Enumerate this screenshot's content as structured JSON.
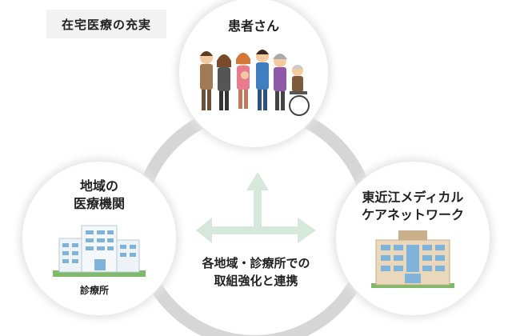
{
  "title": "在宅医療の充実",
  "nodes": {
    "patients": {
      "label": "患者さん"
    },
    "regional": {
      "label_line1": "地域の",
      "label_line2": "医療機関",
      "sublabel": "診療所"
    },
    "network": {
      "label_line1": "東近江メディカル",
      "label_line2": "ケアネットワーク"
    }
  },
  "center": {
    "line1": "各地域・診療所での",
    "line2": "取組強化と連携"
  },
  "colors": {
    "ring": "#d6d6d6",
    "arrow": "#d6e8dc",
    "title_bg": "#f2f2f2"
  },
  "icons": [
    "family-illustration",
    "clinic-building-illustration",
    "hospital-building-illustration"
  ]
}
